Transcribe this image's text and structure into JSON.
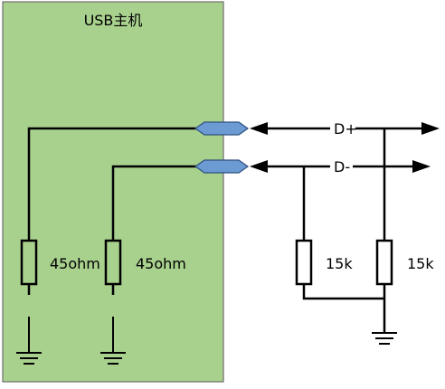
{
  "host": {
    "title": "USB主机",
    "fill_color": "#a9d18e",
    "border_color": "#6e6e6e"
  },
  "lines": {
    "dplus_label": "D+",
    "dminus_label": "D-"
  },
  "resistors": {
    "host_left_label": "45ohm",
    "host_right_label": "45ohm",
    "device_left_label": "15k",
    "device_right_label": "15k"
  },
  "connector_color": "#6b9bd2",
  "wire_color": "#000000"
}
